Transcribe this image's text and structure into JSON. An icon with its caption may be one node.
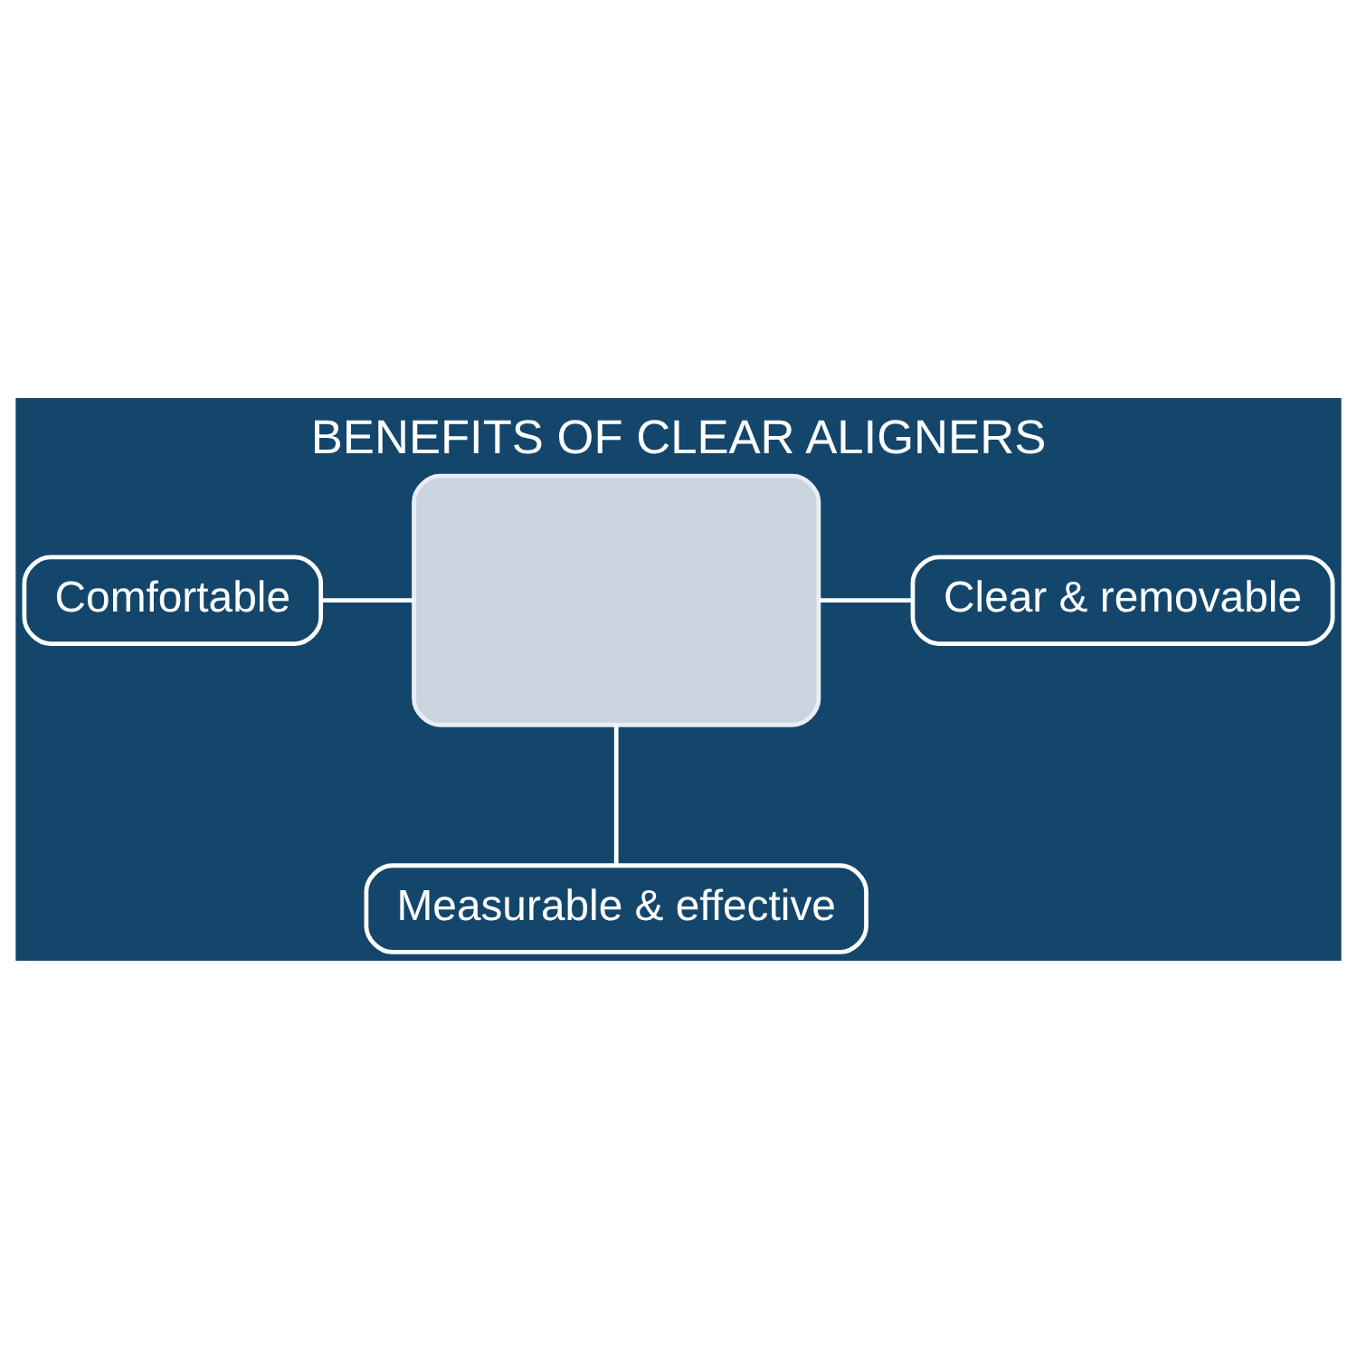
{
  "diagram": {
    "title": "BENEFITS OF CLEAR ALIGNERS",
    "nodes": [
      {
        "text": [
          "Comfortable"
        ]
      },
      {
        "text": [],
        "shape": "box"
      },
      {
        "text": [
          "Clear & removable"
        ]
      },
      {
        "text": [
          "Measurable & effective"
        ]
      }
    ],
    "edges": [
      {
        "from": 0,
        "to": 1,
        "arrow": "none"
      },
      {
        "from": 2,
        "to": 1,
        "arrow": "none"
      },
      {
        "from": 3,
        "to": 1,
        "arrow": "none"
      }
    ]
  }
}
